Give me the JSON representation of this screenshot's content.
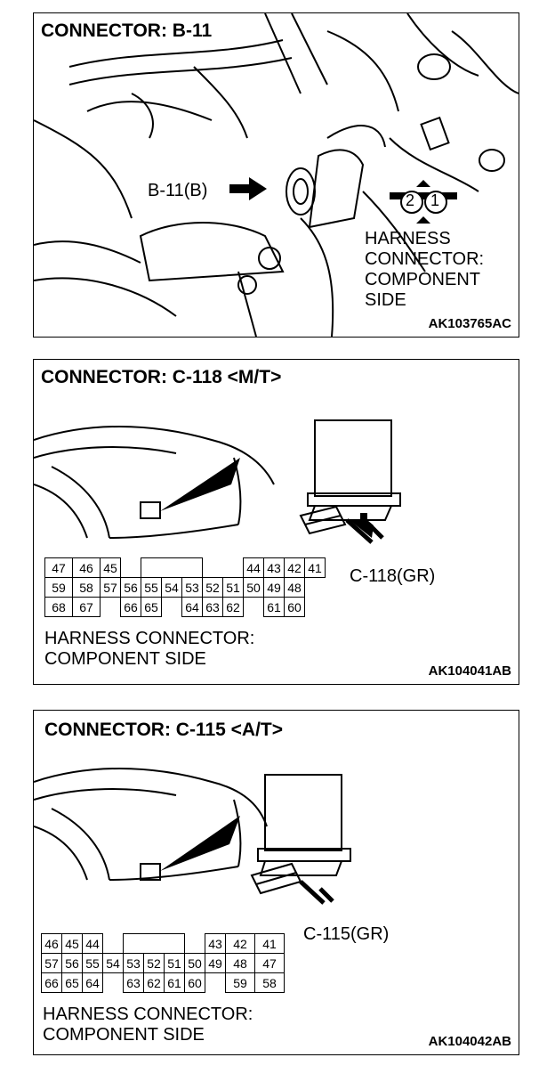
{
  "panel1": {
    "title": "CONNECTOR: B-11",
    "pointer_label": "B-11(B)",
    "pins": [
      "2",
      "1"
    ],
    "harness_lines": [
      "HARNESS",
      "CONNECTOR:",
      "COMPONENT",
      "SIDE"
    ],
    "figure_code": "AK103765AC"
  },
  "panel2": {
    "title": "CONNECTOR: C-118 <M/T>",
    "pointer_label": "C-118(GR)",
    "rows": [
      [
        "47",
        "46",
        "45",
        "",
        "",
        "",
        "",
        "",
        "",
        "44",
        "43",
        "42",
        "41"
      ],
      [
        "59",
        "58",
        "57",
        "56",
        "55",
        "54",
        "53",
        "52",
        "51",
        "50",
        "49",
        "48"
      ],
      [
        "68",
        "67",
        "",
        "66",
        "65",
        "",
        "64",
        "63",
        "62",
        "",
        "61",
        "60"
      ]
    ],
    "harness_lines": [
      "HARNESS CONNECTOR:",
      "COMPONENT SIDE"
    ],
    "figure_code": "AK104041AB"
  },
  "panel3": {
    "title": "CONNECTOR: C-115 <A/T>",
    "pointer_label": "C-115(GR)",
    "rows": [
      [
        "46",
        "45",
        "44",
        "",
        "",
        "",
        "",
        "",
        "43",
        "42",
        "41"
      ],
      [
        "57",
        "56",
        "55",
        "54",
        "53",
        "52",
        "51",
        "50",
        "49",
        "48",
        "47"
      ],
      [
        "66",
        "65",
        "64",
        "",
        "63",
        "62",
        "61",
        "60",
        "",
        "59",
        "58"
      ]
    ],
    "harness_lines": [
      "HARNESS CONNECTOR:",
      "COMPONENT SIDE"
    ],
    "figure_code": "AK104042AB"
  }
}
